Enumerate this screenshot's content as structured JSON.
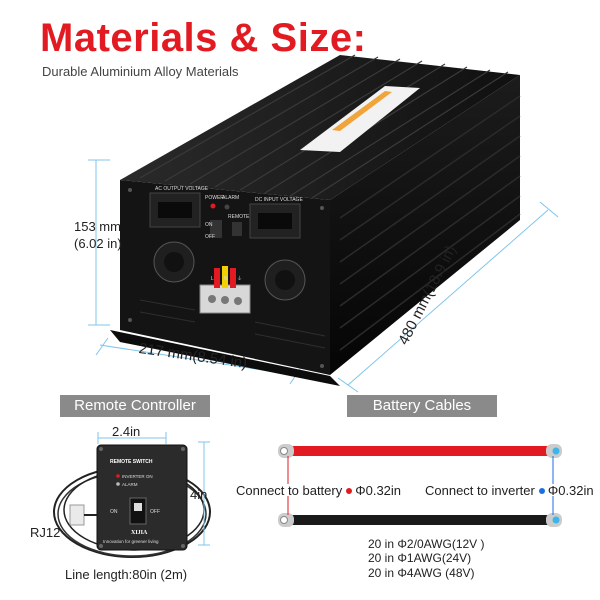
{
  "header": {
    "title": "Materials & Size:",
    "subtitle": "Durable Aluminium Alloy Materials"
  },
  "dimensions": {
    "height_mm": "153 mm",
    "height_in": "(6.02 in)",
    "width": "217 mm(8.54 in)",
    "length": "480 mm(18.9 in)"
  },
  "inverter_panel": {
    "ac_output_label": "AC OUTPUT VOLTAGE",
    "dc_input_label": "DC INPUT VOLTAGE",
    "power_label": "POWER",
    "alarm_label": "ALARM",
    "remote_label": "REMOTE",
    "on_label": "ON",
    "off_label": "OFF",
    "terminal_l": "L",
    "terminal_n": "N",
    "terminal_ground": "⏚"
  },
  "remote": {
    "section_label": "Remote Controller",
    "width": "2.4in",
    "height": "4in",
    "connector": "RJ12",
    "line_length": "Line length:80in (2m)",
    "device_title": "REMOTE SWITCH",
    "inverter_on": "INVERTER ON",
    "alarm": "ALARM",
    "on": "ON",
    "off": "OFF",
    "brand": "XIJIA",
    "slogan": "Innovation for greener living"
  },
  "battery": {
    "section_label": "Battery Cables",
    "connect_battery": "Connect to battery",
    "connect_battery_dia": "Φ0.32in",
    "connect_inverter": "Connect to inverter",
    "connect_inverter_dia": "Φ0.32in",
    "specs": [
      "20 in Φ2/0AWG(12V )",
      "20 in Φ1AWG(24V)",
      "20 in Φ4AWG (48V)"
    ]
  },
  "colors": {
    "title_red": "#e21b22",
    "guide_blue": "#7fc4ea",
    "cable_red": "#e21b22",
    "cable_black": "#1a1a1a",
    "label_gray": "#8a8a8a"
  }
}
